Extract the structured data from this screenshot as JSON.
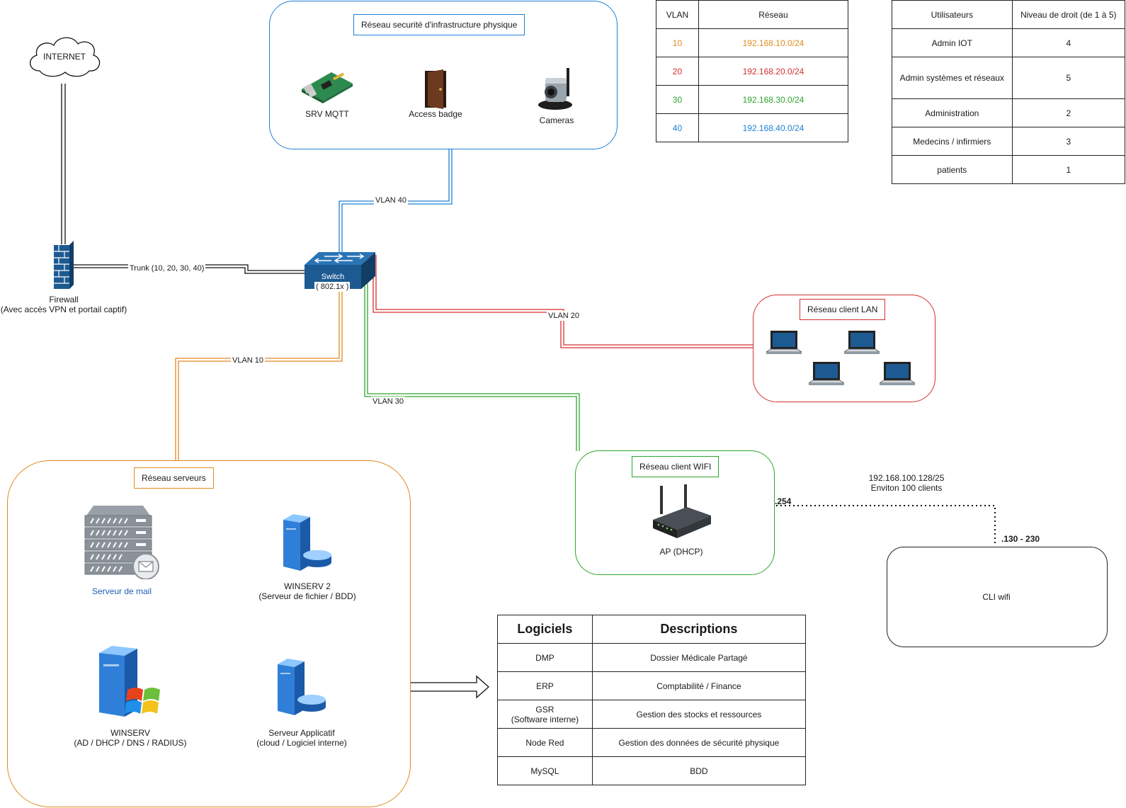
{
  "colors": {
    "vlan10": "#e08a1e",
    "vlan20": "#d32f2f",
    "vlan30": "#2ca52c",
    "vlan40": "#1f7fd6",
    "mail_label": "#1f5fb5",
    "text": "#1a1a1a"
  },
  "internet": {
    "label": "INTERNET"
  },
  "firewall": {
    "title": "Firewall",
    "subtitle": "(Avec accès VPN et portail captif)"
  },
  "switch": {
    "line1": "Switch",
    "line2": "( 802.1x )"
  },
  "links": {
    "trunk": "Trunk (10, 20, 30, 40)",
    "vlan40": "VLAN 40",
    "vlan10": "VLAN 10",
    "vlan20": "VLAN 20",
    "vlan30": "VLAN 30"
  },
  "security_group": {
    "title": "Réseau securité d'infrastructure physique",
    "devices": [
      {
        "label": "SRV MQTT",
        "icon": "raspberry-pi-icon"
      },
      {
        "label": "Access badge",
        "icon": "door-icon"
      },
      {
        "label": "Cameras",
        "icon": "camera-icon"
      }
    ]
  },
  "vlan_table": {
    "headers": [
      "VLAN",
      "Réseau"
    ],
    "rows": [
      {
        "vlan": "10",
        "network": "192.168.10.0/24"
      },
      {
        "vlan": "20",
        "network": "192.168.20.0/24"
      },
      {
        "vlan": "30",
        "network": "192.168.30.0/24"
      },
      {
        "vlan": "40",
        "network": "192.168.40.0/24"
      }
    ]
  },
  "users_table": {
    "headers": [
      "Utilisateurs",
      "Niveau de droit (de 1 à 5)"
    ],
    "rows": [
      {
        "user": "Admin IOT",
        "level": "4"
      },
      {
        "user": "Admin systèmes et réseaux",
        "level": "5"
      },
      {
        "user": "Administration",
        "level": "2"
      },
      {
        "user": "Medecins / infirmiers",
        "level": "3"
      },
      {
        "user": "patients",
        "level": "1"
      }
    ]
  },
  "lan_group": {
    "title": "Réseau client LAN",
    "icon": "laptop-icon"
  },
  "wifi_group": {
    "title": "Réseau client WIFI",
    "ap_label": "AP (DHCP)",
    "icon": "router-icon"
  },
  "wifi_clients": {
    "subnet": "192.168.100.128/25",
    "count": "Enviton 100 clients",
    "gateway": ".254",
    "range": ".130 - 230",
    "box_label": "CLI wifi"
  },
  "servers_group": {
    "title": "Réseau serveurs",
    "mail": {
      "label": "Serveur de mail",
      "icon": "mail-server-icon"
    },
    "winserv2": {
      "title": "WINSERV 2",
      "subtitle": "(Serveur de fichier / BDD)",
      "icon": "database-server-icon"
    },
    "winserv": {
      "title": "WINSERV",
      "subtitle": "(AD / DHCP / DNS / RADIUS)",
      "icon": "windows-server-icon"
    },
    "app": {
      "title": "Serveur Applicatif",
      "subtitle": "(cloud / Logiciel interne)",
      "icon": "database-server-icon"
    }
  },
  "software_table": {
    "headers": [
      "Logiciels",
      "Descriptions"
    ],
    "rows": [
      {
        "name": "DMP",
        "name2": "",
        "desc": "Dossier Médicale Partagé"
      },
      {
        "name": "ERP",
        "name2": "",
        "desc": "Comptabilité / Finance"
      },
      {
        "name": "GSR",
        "name2": "(Software interne)",
        "desc": "Gestion des stocks et ressources"
      },
      {
        "name": "Node Red",
        "name2": "",
        "desc": "Gestion des données de sécurité physique"
      },
      {
        "name": "MySQL",
        "name2": "",
        "desc": "BDD"
      }
    ]
  }
}
